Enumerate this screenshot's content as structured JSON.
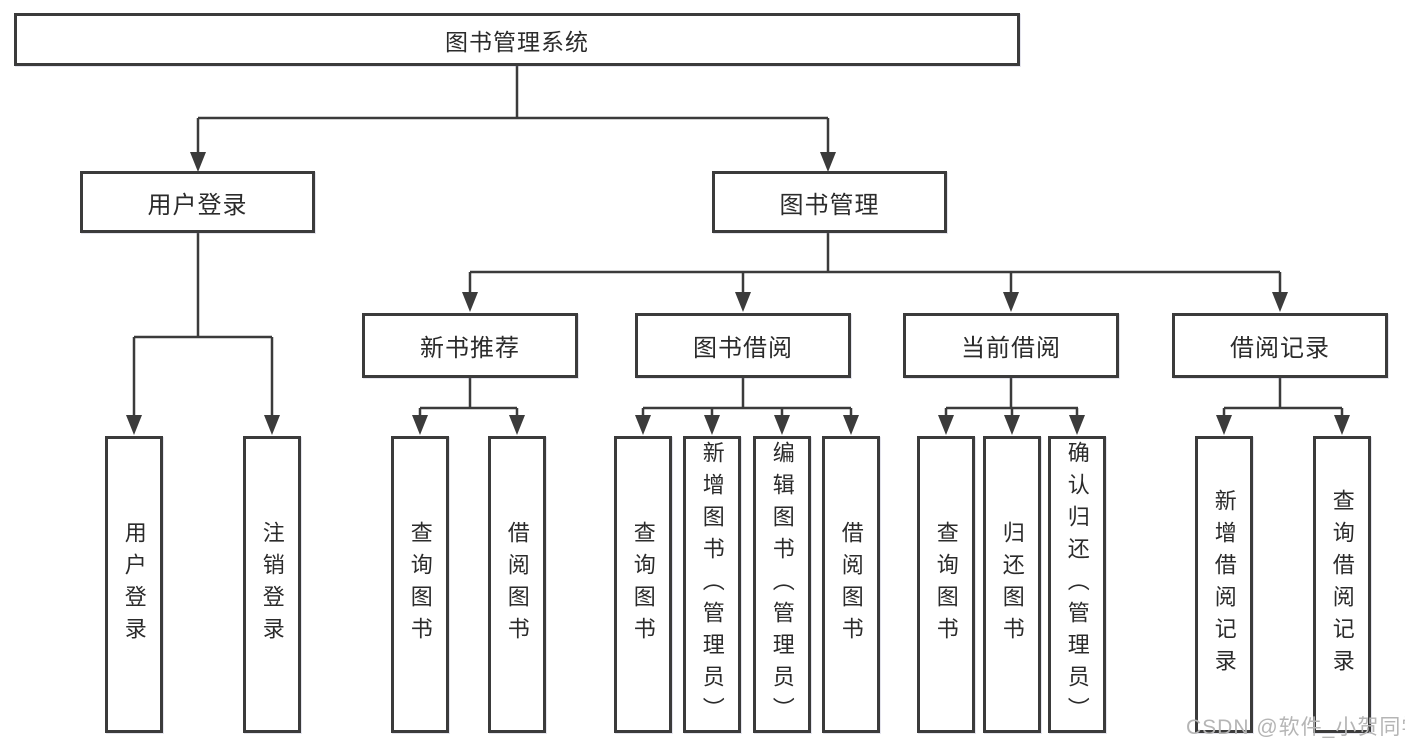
{
  "colors": {
    "line": "#3b3b3b",
    "border": "#3b3b3b",
    "text": "#2b2b2b",
    "background": "#ffffff",
    "watermark": "#b5b5b5"
  },
  "watermark": {
    "text": "CSDN @软件_小贺同学"
  },
  "tree": {
    "label": "图书管理系统",
    "children": [
      {
        "label": "用户登录",
        "children": [
          {
            "label": "用户登录"
          },
          {
            "label": "注销登录"
          }
        ]
      },
      {
        "label": "图书管理",
        "children": [
          {
            "label": "新书推荐",
            "children": [
              {
                "label": "查询图书"
              },
              {
                "label": "借阅图书"
              }
            ]
          },
          {
            "label": "图书借阅",
            "children": [
              {
                "label": "查询图书"
              },
              {
                "label": "新增图书（管理员）"
              },
              {
                "label": "编辑图书（管理员）"
              },
              {
                "label": "借阅图书"
              }
            ]
          },
          {
            "label": "当前借阅",
            "children": [
              {
                "label": "查询图书"
              },
              {
                "label": "归还图书"
              },
              {
                "label": "确认归还（管理员）"
              }
            ]
          },
          {
            "label": "借阅记录",
            "children": [
              {
                "label": "新增借阅记录"
              },
              {
                "label": "查询借阅记录"
              }
            ]
          }
        ]
      }
    ]
  }
}
